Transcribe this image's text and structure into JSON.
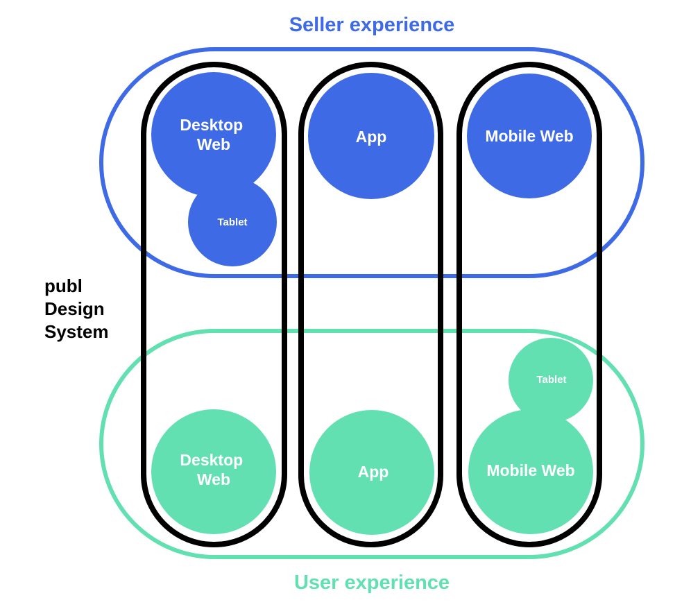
{
  "colors": {
    "seller": "#3f6ae6",
    "user": "#62e0b1",
    "column_outline": "#000000"
  },
  "seller": {
    "title": "Seller experience",
    "desktop_web": [
      "Desktop",
      "Web"
    ],
    "tablet": "Tablet",
    "app": "App",
    "mobile_web": "Mobile Web"
  },
  "user": {
    "title": "User experience",
    "desktop_web": [
      "Desktop",
      "Web"
    ],
    "app": "App",
    "tablet": "Tablet",
    "mobile_web": "Mobile Web"
  },
  "system_label": [
    "publ",
    "Design",
    "System"
  ]
}
